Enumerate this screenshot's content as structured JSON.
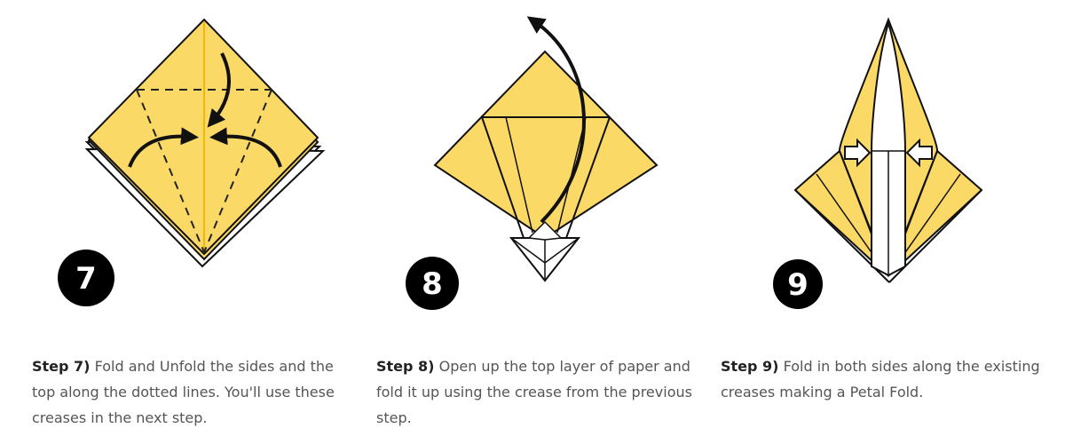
{
  "steps": [
    {
      "number": "7",
      "label": "Step 7)",
      "text": "Fold and Unfold the sides and the top along the dotted lines. You'll use these creases in the next step."
    },
    {
      "number": "8",
      "label": "Step 8)",
      "text": "Open up the top layer of paper and fold it up using the crease from the previous step."
    },
    {
      "number": "9",
      "label": "Step 9)",
      "text": "Fold in both sides along the existing creases making a Petal Fold."
    }
  ],
  "colors": {
    "paper": "#fbd966",
    "crease": "#f2b705",
    "outline": "#111111",
    "badge": "#000000"
  }
}
